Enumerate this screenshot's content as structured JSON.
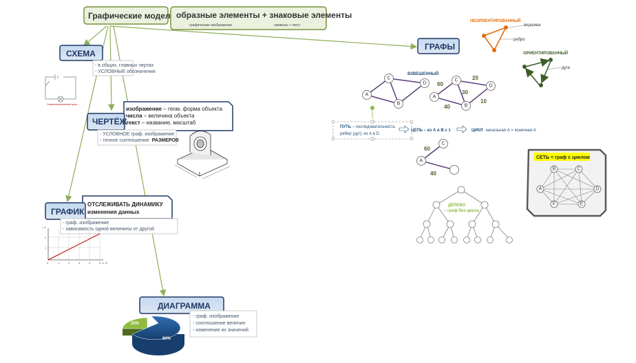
{
  "header": {
    "left": "Графические модели =",
    "right": "образные элементы + знаковые элементы",
    "left_sub": "графические изображения",
    "right_sub": "символы + текст"
  },
  "schema": {
    "title": "СХЕМА",
    "items": [
      "- в общих, главных чертах",
      "- УСЛОВНЫЕ обозначения"
    ],
    "caption": "Схема электрической цепи"
  },
  "drawing": {
    "title": "ЧЕРТЁЖ",
    "def1_b": "изображение",
    "def1": " – геом. форма объекта",
    "def2_b": "числа",
    "def2": " – величина объекта",
    "def3_b": "текст",
    "def3": " – название, масштаб",
    "item1": "- УСЛОВНОЕ граф. изображение",
    "item2": "- точное соотношение",
    "item2_b": "РАЗМЕРОВ"
  },
  "chartbox": {
    "title": "ГРАФИК",
    "head1": "ОТСЛЕЖИВАТЬ ДИНАМИКУ",
    "head2": "изменения данных",
    "item1": "- граф. изображение",
    "item2": "- зависимость одной величины от другой",
    "ylabel": "I, A",
    "xlabel": "U, B",
    "xticks": [
      "0",
      "1",
      "2",
      "3",
      "4",
      "5"
    ],
    "yticks": [
      "1",
      "2"
    ]
  },
  "diagram": {
    "title": "ДИАГРАММА",
    "items": [
      "- граф. изображение",
      "- соотношение величин",
      "- изменение их значений"
    ],
    "slice_small": "20%",
    "slice_big": "80%"
  },
  "graphs": {
    "title": "ГРАФЫ",
    "undirected": "НЕОРИЕНТИРОВАННЫЙ",
    "vertex": "вершина",
    "edge": "ребро",
    "directed": "ОРИЕНТИРОВАННЫЙ",
    "arc": "дуга",
    "weighted": "ВЗВЕШЕННЫЙ",
    "w20": "20",
    "w60": "60",
    "w30": "30",
    "w40": "40",
    "w10": "10",
    "path_b": "ПУТЬ",
    "path": " – последовательность",
    "path2": "ребер (дуг): из А в D",
    "chain": "ЦЕПЬ – из А в В ≤ 1",
    "cycle_b": "ЦИКЛ",
    "cycle": "начальная А = конечная А",
    "sw60": "60",
    "sw40": "40",
    "tree": "ДЕРЕВО",
    "tree2": "– граф без цикла",
    "net": "СЕТЬ = граф с циклом"
  },
  "nodes": {
    "A": "A",
    "B": "B",
    "C": "C",
    "D": "D",
    "E": "E",
    "F": "F"
  }
}
